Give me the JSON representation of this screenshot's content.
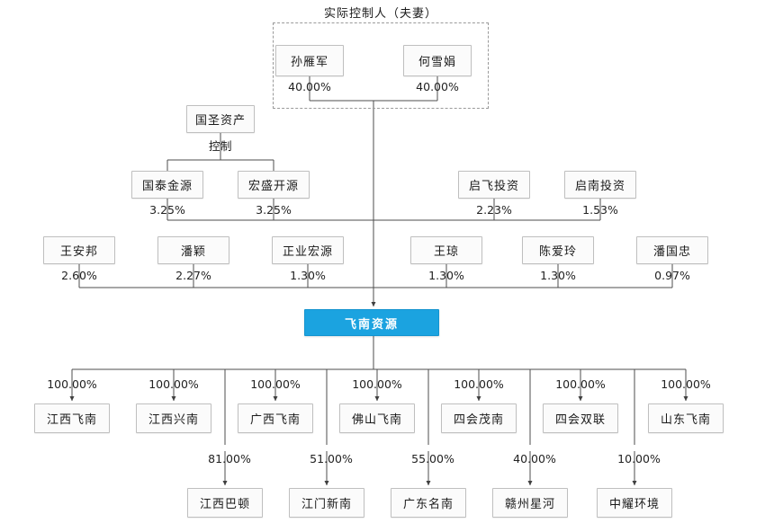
{
  "diagram": {
    "title": "实际控制人（夫妻）",
    "accent_color": "#1ba3e0",
    "box_border_color": "#bfbfbf",
    "box_fill_color": "#fbfbfb",
    "line_color": "#4d4d4d",
    "dashed_group_label": "实际控制人（夫妻）",
    "control_label": "控制"
  },
  "controllers": [
    {
      "name": "孙雁军",
      "pct": "40.00%"
    },
    {
      "name": "何雪娟",
      "pct": "40.00%"
    }
  ],
  "holding_company": {
    "name": "国圣资产",
    "relation": "控制"
  },
  "tier2": [
    {
      "name": "国泰金源",
      "pct": "3.25%"
    },
    {
      "name": "宏盛开源",
      "pct": "3.25%"
    },
    {
      "name": "启飞投资",
      "pct": "2.23%"
    },
    {
      "name": "启南投资",
      "pct": "1.53%"
    }
  ],
  "tier3": [
    {
      "name": "王安邦",
      "pct": "2.60%"
    },
    {
      "name": "潘颖",
      "pct": "2.27%"
    },
    {
      "name": "正业宏源",
      "pct": "1.30%"
    },
    {
      "name": "王琼",
      "pct": "1.30%"
    },
    {
      "name": "陈爱玲",
      "pct": "1.30%"
    },
    {
      "name": "潘国忠",
      "pct": "0.97%"
    }
  ],
  "company": {
    "name": "飞南资源"
  },
  "subsidiaries": [
    {
      "name": "江西飞南",
      "pct": "100.00%"
    },
    {
      "name": "江西兴南",
      "pct": "100.00%"
    },
    {
      "name": "广西飞南",
      "pct": "100.00%"
    },
    {
      "name": "佛山飞南",
      "pct": "100.00%"
    },
    {
      "name": "四会茂南",
      "pct": "100.00%"
    },
    {
      "name": "四会双联",
      "pct": "100.00%"
    },
    {
      "name": "山东飞南",
      "pct": "100.00%"
    }
  ],
  "sub_subsidiaries": [
    {
      "name": "江西巴顿",
      "pct": "81.00%"
    },
    {
      "name": "江门新南",
      "pct": "51.00%"
    },
    {
      "name": "广东名南",
      "pct": "55.00%"
    },
    {
      "name": "赣州星河",
      "pct": "40.00%"
    },
    {
      "name": "中耀环境",
      "pct": "10.00%"
    }
  ]
}
